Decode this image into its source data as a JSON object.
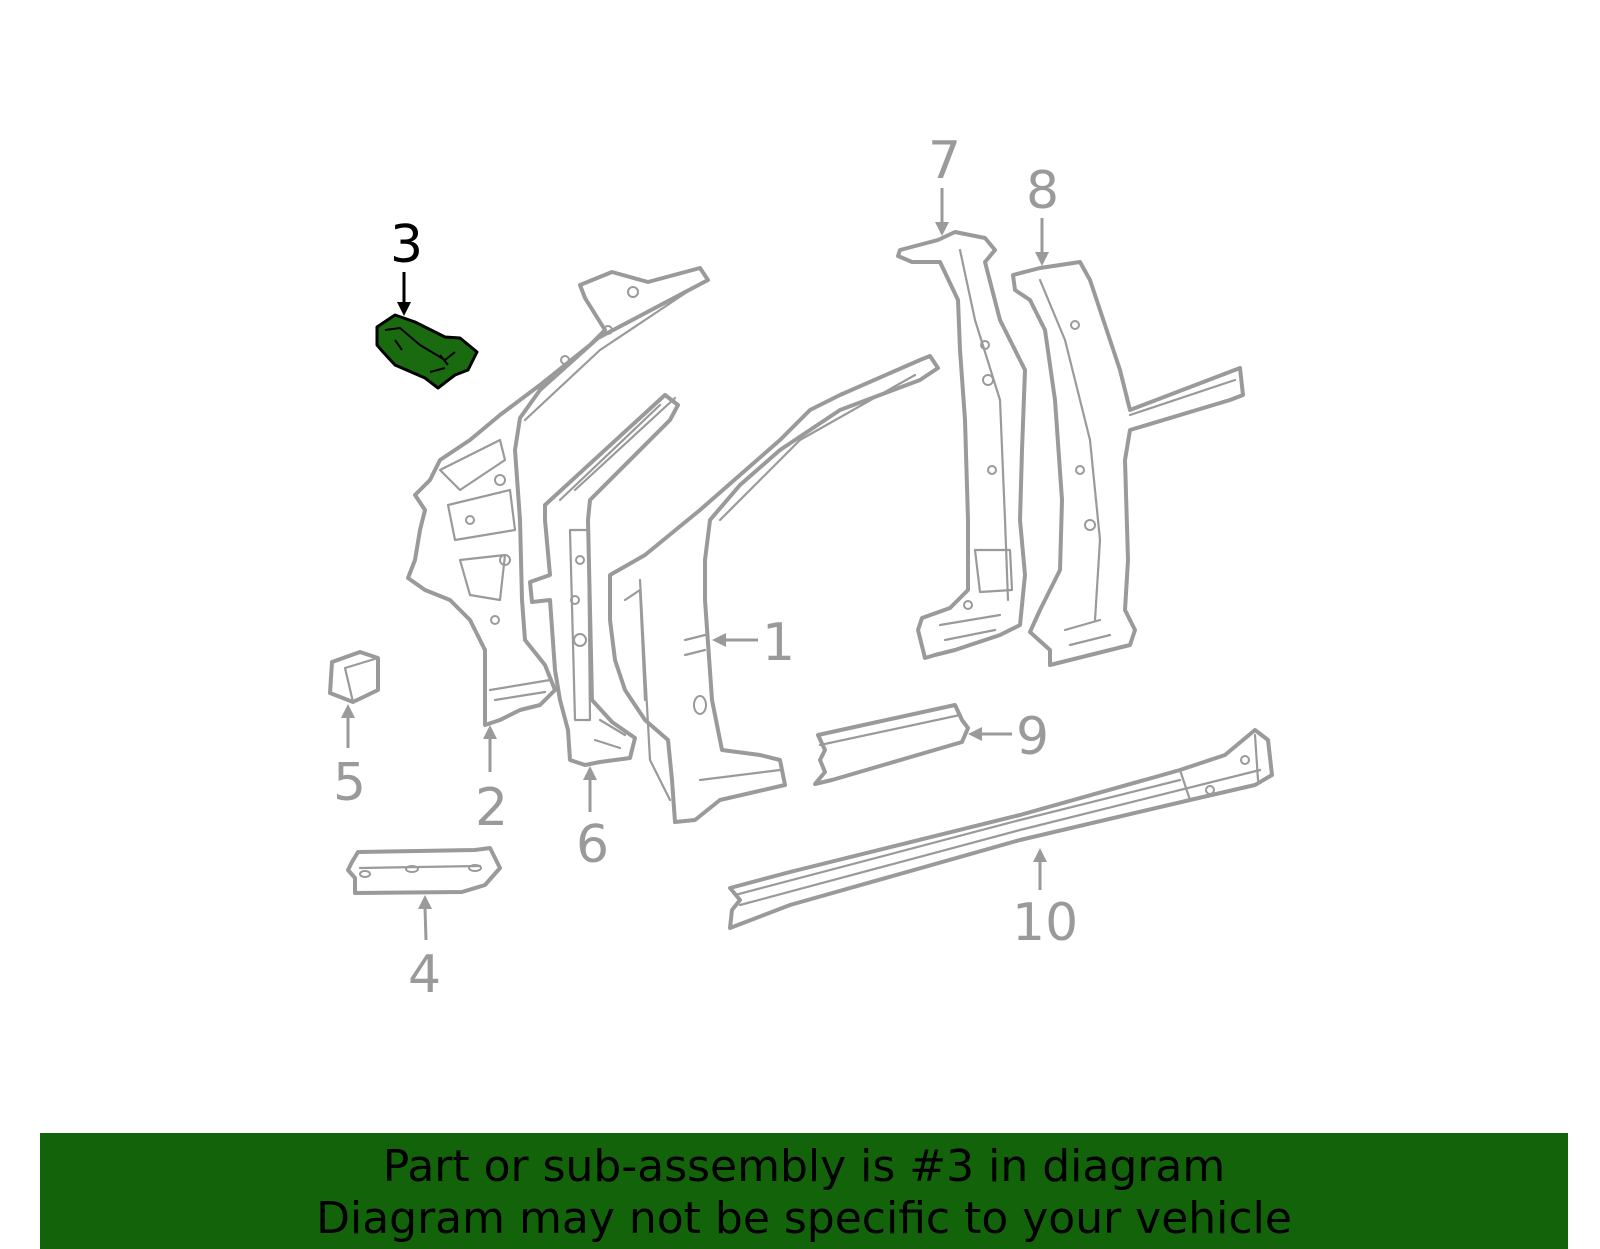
{
  "callouts": [
    {
      "id": "1",
      "label": "1",
      "highlighted": false
    },
    {
      "id": "2",
      "label": "2",
      "highlighted": false
    },
    {
      "id": "3",
      "label": "3",
      "highlighted": true
    },
    {
      "id": "4",
      "label": "4",
      "highlighted": false
    },
    {
      "id": "5",
      "label": "5",
      "highlighted": false
    },
    {
      "id": "6",
      "label": "6",
      "highlighted": false
    },
    {
      "id": "7",
      "label": "7",
      "highlighted": false
    },
    {
      "id": "8",
      "label": "8",
      "highlighted": false
    },
    {
      "id": "9",
      "label": "9",
      "highlighted": false
    },
    {
      "id": "10",
      "label": "10",
      "highlighted": false
    }
  ],
  "banner": {
    "line1": "Part or sub-assembly is #3 in diagram",
    "line2": "Diagram may not be specific to your vehicle"
  },
  "colors": {
    "highlight_fill": "#1a6b0f",
    "banner_bg": "#12630a",
    "line_gray": "#9a9a9a",
    "highlight_label": "#000000"
  }
}
